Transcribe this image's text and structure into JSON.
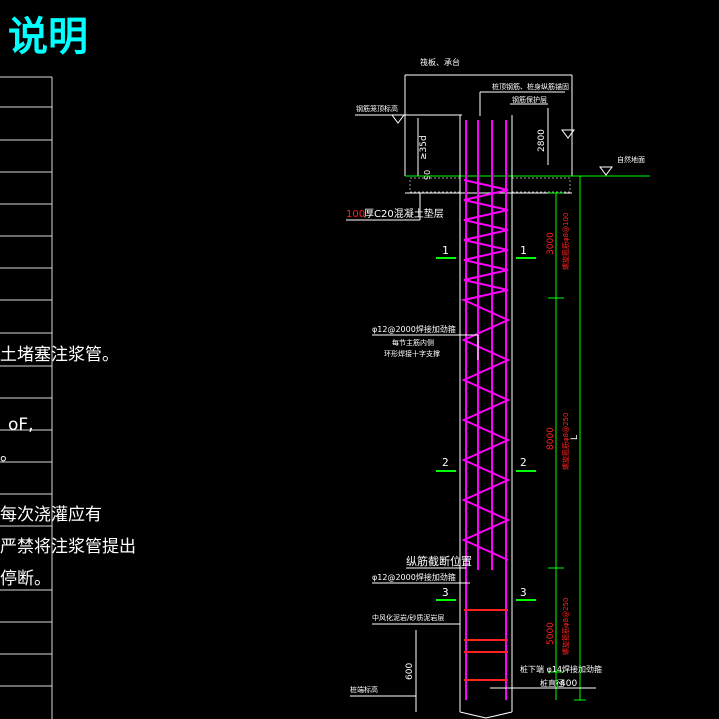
{
  "colors": {
    "background": "#000000",
    "cyan": "#00ffff",
    "white": "#ffffff",
    "magenta": "#ff00ff",
    "green": "#00ff00",
    "red": "#ff2020",
    "grey": "#9a9a9a",
    "table_line": "#d8d8d8"
  },
  "left_panel": {
    "title": "说明",
    "notes": [
      "土堵塞注浆管。",
      "oF,",
      "。",
      "每次浇灌应有",
      "严禁将注浆管提出",
      "停断。"
    ]
  },
  "drawing": {
    "top_label": "筏板、承台",
    "top_note": "桩顶钢筋、桩身纵筋锚固",
    "top_note2": "钢筋保护层",
    "left_top_label": "钢筋笼顶标高",
    "anchor_dim": "≥35d",
    "dim_2800": "2800",
    "dim_90": "90",
    "ground_label": "自然地面",
    "cushion_num": "100",
    "cushion_text": "厚C20混凝土垫层",
    "section_1": "1",
    "section_2": "2",
    "section_3": "3",
    "seg1_dim": "3000",
    "seg1_spec": "螺旋箍筋φ8@100",
    "seg2_dim": "8000",
    "seg2_spec": "螺旋箍筋φ8@250",
    "seg3_dim": "5000",
    "seg3_spec": "螺旋箍筋φ8@250",
    "total_dim": "L",
    "hoop_label_1": "φ12@2000焊接加劲箍",
    "hoop_note_a": "每节主筋内侧",
    "hoop_note_b": "环形焊接十字支撑",
    "cutoff_label": "纵筋截断位置",
    "hoop_label_2": "φ12@2000焊接加劲箍",
    "bottom_cage_label": "中风化泥岩/砂质泥岩层",
    "dim_600": "600",
    "bottom_hoop_label": "桩下端 φ14焊接加劲箍",
    "pile_dia_label": "桩直径",
    "pile_dia": "400",
    "pile_bottom_label": "桩端标高"
  }
}
